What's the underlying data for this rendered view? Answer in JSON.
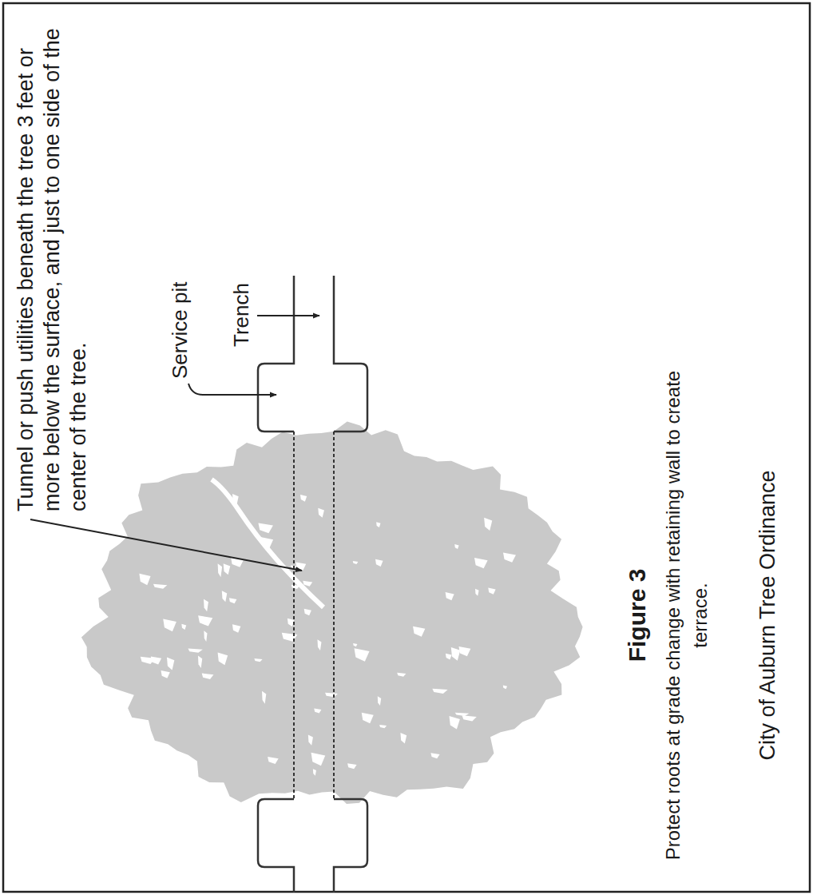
{
  "diagram": {
    "title": "Figure 3",
    "caption": "Protect roots at grade change with retaining wall to create terrace.",
    "labels": [
      "Tunnel or push utilities beneath the tree 3 feet or more below the surface, and just to one side of the center of the tree.",
      "Service pit",
      "Trench",
      "City of Auburn Tree Ordinance"
    ]
  }
}
